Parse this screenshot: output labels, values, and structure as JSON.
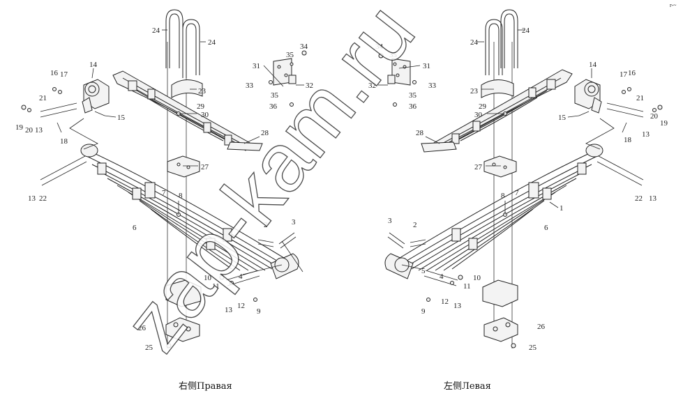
{
  "captions": {
    "right": "右侧Правая",
    "left": "左侧Левая"
  },
  "watermark": "zap-kam.ru",
  "corner_mark": "r-~",
  "callouts_right": [
    {
      "id": "r24a",
      "label": "24"
    },
    {
      "id": "r24b",
      "label": "24"
    },
    {
      "id": "r23",
      "label": "23"
    },
    {
      "id": "r29",
      "label": "29"
    },
    {
      "id": "r30",
      "label": "30"
    },
    {
      "id": "r28",
      "label": "28"
    },
    {
      "id": "r27",
      "label": "27"
    },
    {
      "id": "r14",
      "label": "14"
    },
    {
      "id": "r16",
      "label": "16"
    },
    {
      "id": "r17",
      "label": "17"
    },
    {
      "id": "r21",
      "label": "21"
    },
    {
      "id": "r19",
      "label": "19"
    },
    {
      "id": "r20",
      "label": "20"
    },
    {
      "id": "r13a",
      "label": "13"
    },
    {
      "id": "r18",
      "label": "18"
    },
    {
      "id": "r15",
      "label": "15"
    },
    {
      "id": "r13b",
      "label": "13"
    },
    {
      "id": "r22",
      "label": "22"
    },
    {
      "id": "r7",
      "label": "7"
    },
    {
      "id": "r8",
      "label": "8"
    },
    {
      "id": "r6",
      "label": "6"
    },
    {
      "id": "r2",
      "label": "2"
    },
    {
      "id": "r3",
      "label": "3"
    },
    {
      "id": "r4",
      "label": "4"
    },
    {
      "id": "r10",
      "label": "10"
    },
    {
      "id": "r11",
      "label": "11"
    },
    {
      "id": "r13c",
      "label": "13"
    },
    {
      "id": "r12",
      "label": "12"
    },
    {
      "id": "r9",
      "label": "9"
    },
    {
      "id": "r26",
      "label": "26"
    },
    {
      "id": "r25",
      "label": "25"
    },
    {
      "id": "r34",
      "label": "34"
    },
    {
      "id": "r35a",
      "label": "35"
    },
    {
      "id": "r31",
      "label": "31"
    },
    {
      "id": "r33",
      "label": "33"
    },
    {
      "id": "r32",
      "label": "32"
    },
    {
      "id": "r35b",
      "label": "35"
    },
    {
      "id": "r36",
      "label": "36"
    }
  ],
  "callouts_left": [
    {
      "id": "l34",
      "label": "34"
    },
    {
      "id": "l35a",
      "label": "35"
    },
    {
      "id": "l31",
      "label": "31"
    },
    {
      "id": "l32",
      "label": "32"
    },
    {
      "id": "l33",
      "label": "33"
    },
    {
      "id": "l35b",
      "label": "35"
    },
    {
      "id": "l36",
      "label": "36"
    },
    {
      "id": "l24a",
      "label": "24"
    },
    {
      "id": "l24b",
      "label": "24"
    },
    {
      "id": "l23",
      "label": "23"
    },
    {
      "id": "l29",
      "label": "29"
    },
    {
      "id": "l30",
      "label": "30"
    },
    {
      "id": "l28",
      "label": "28"
    },
    {
      "id": "l27",
      "label": "27"
    },
    {
      "id": "l14",
      "label": "14"
    },
    {
      "id": "l17",
      "label": "17"
    },
    {
      "id": "l16",
      "label": "16"
    },
    {
      "id": "l21",
      "label": "21"
    },
    {
      "id": "l15",
      "label": "15"
    },
    {
      "id": "l20",
      "label": "20"
    },
    {
      "id": "l19",
      "label": "19"
    },
    {
      "id": "l13a",
      "label": "13"
    },
    {
      "id": "l18",
      "label": "18"
    },
    {
      "id": "l22",
      "label": "22"
    },
    {
      "id": "l13b",
      "label": "13"
    },
    {
      "id": "l8",
      "label": "8"
    },
    {
      "id": "l7",
      "label": "7"
    },
    {
      "id": "l1",
      "label": "1"
    },
    {
      "id": "l6",
      "label": "6"
    },
    {
      "id": "l3",
      "label": "3"
    },
    {
      "id": "l2",
      "label": "2"
    },
    {
      "id": "l5",
      "label": "5"
    },
    {
      "id": "l4",
      "label": "4"
    },
    {
      "id": "l10",
      "label": "10"
    },
    {
      "id": "l11",
      "label": "11"
    },
    {
      "id": "l12",
      "label": "12"
    },
    {
      "id": "l13c",
      "label": "13"
    },
    {
      "id": "l9",
      "label": "9"
    },
    {
      "id": "l26",
      "label": "26"
    },
    {
      "id": "l25",
      "label": "25"
    }
  ]
}
